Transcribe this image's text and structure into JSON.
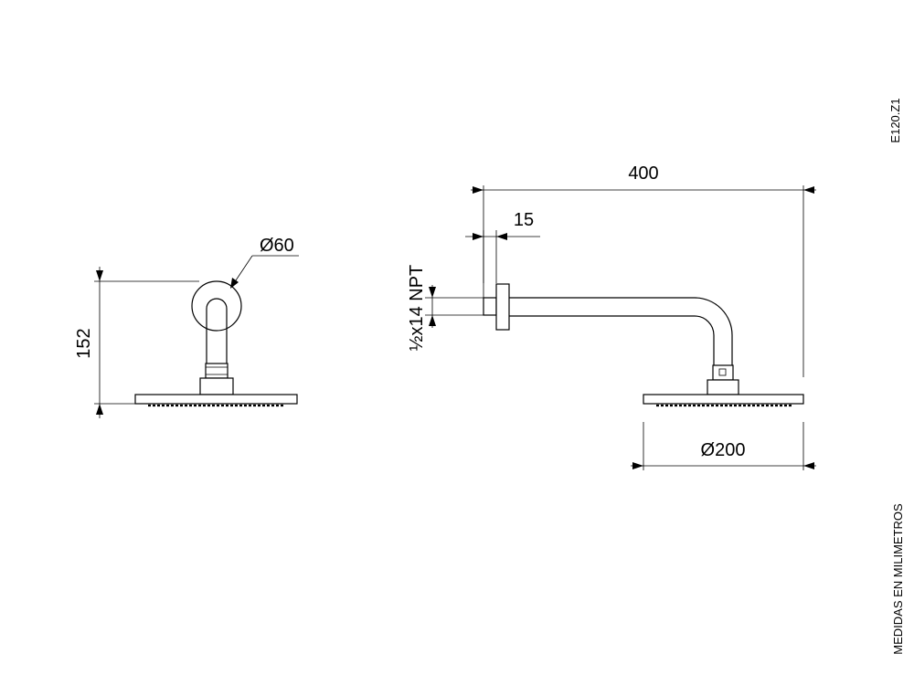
{
  "drawing_code": "E120.Z1",
  "units_note": "MEDIDAS EN MILIMETROS",
  "side_view": {
    "height_label": "152",
    "flange_diameter_label": "Ø60"
  },
  "front_view": {
    "length_label": "400",
    "flange_thickness_label": "15",
    "thread_label": "½x14 NPT",
    "head_diameter_label": "Ø200"
  }
}
